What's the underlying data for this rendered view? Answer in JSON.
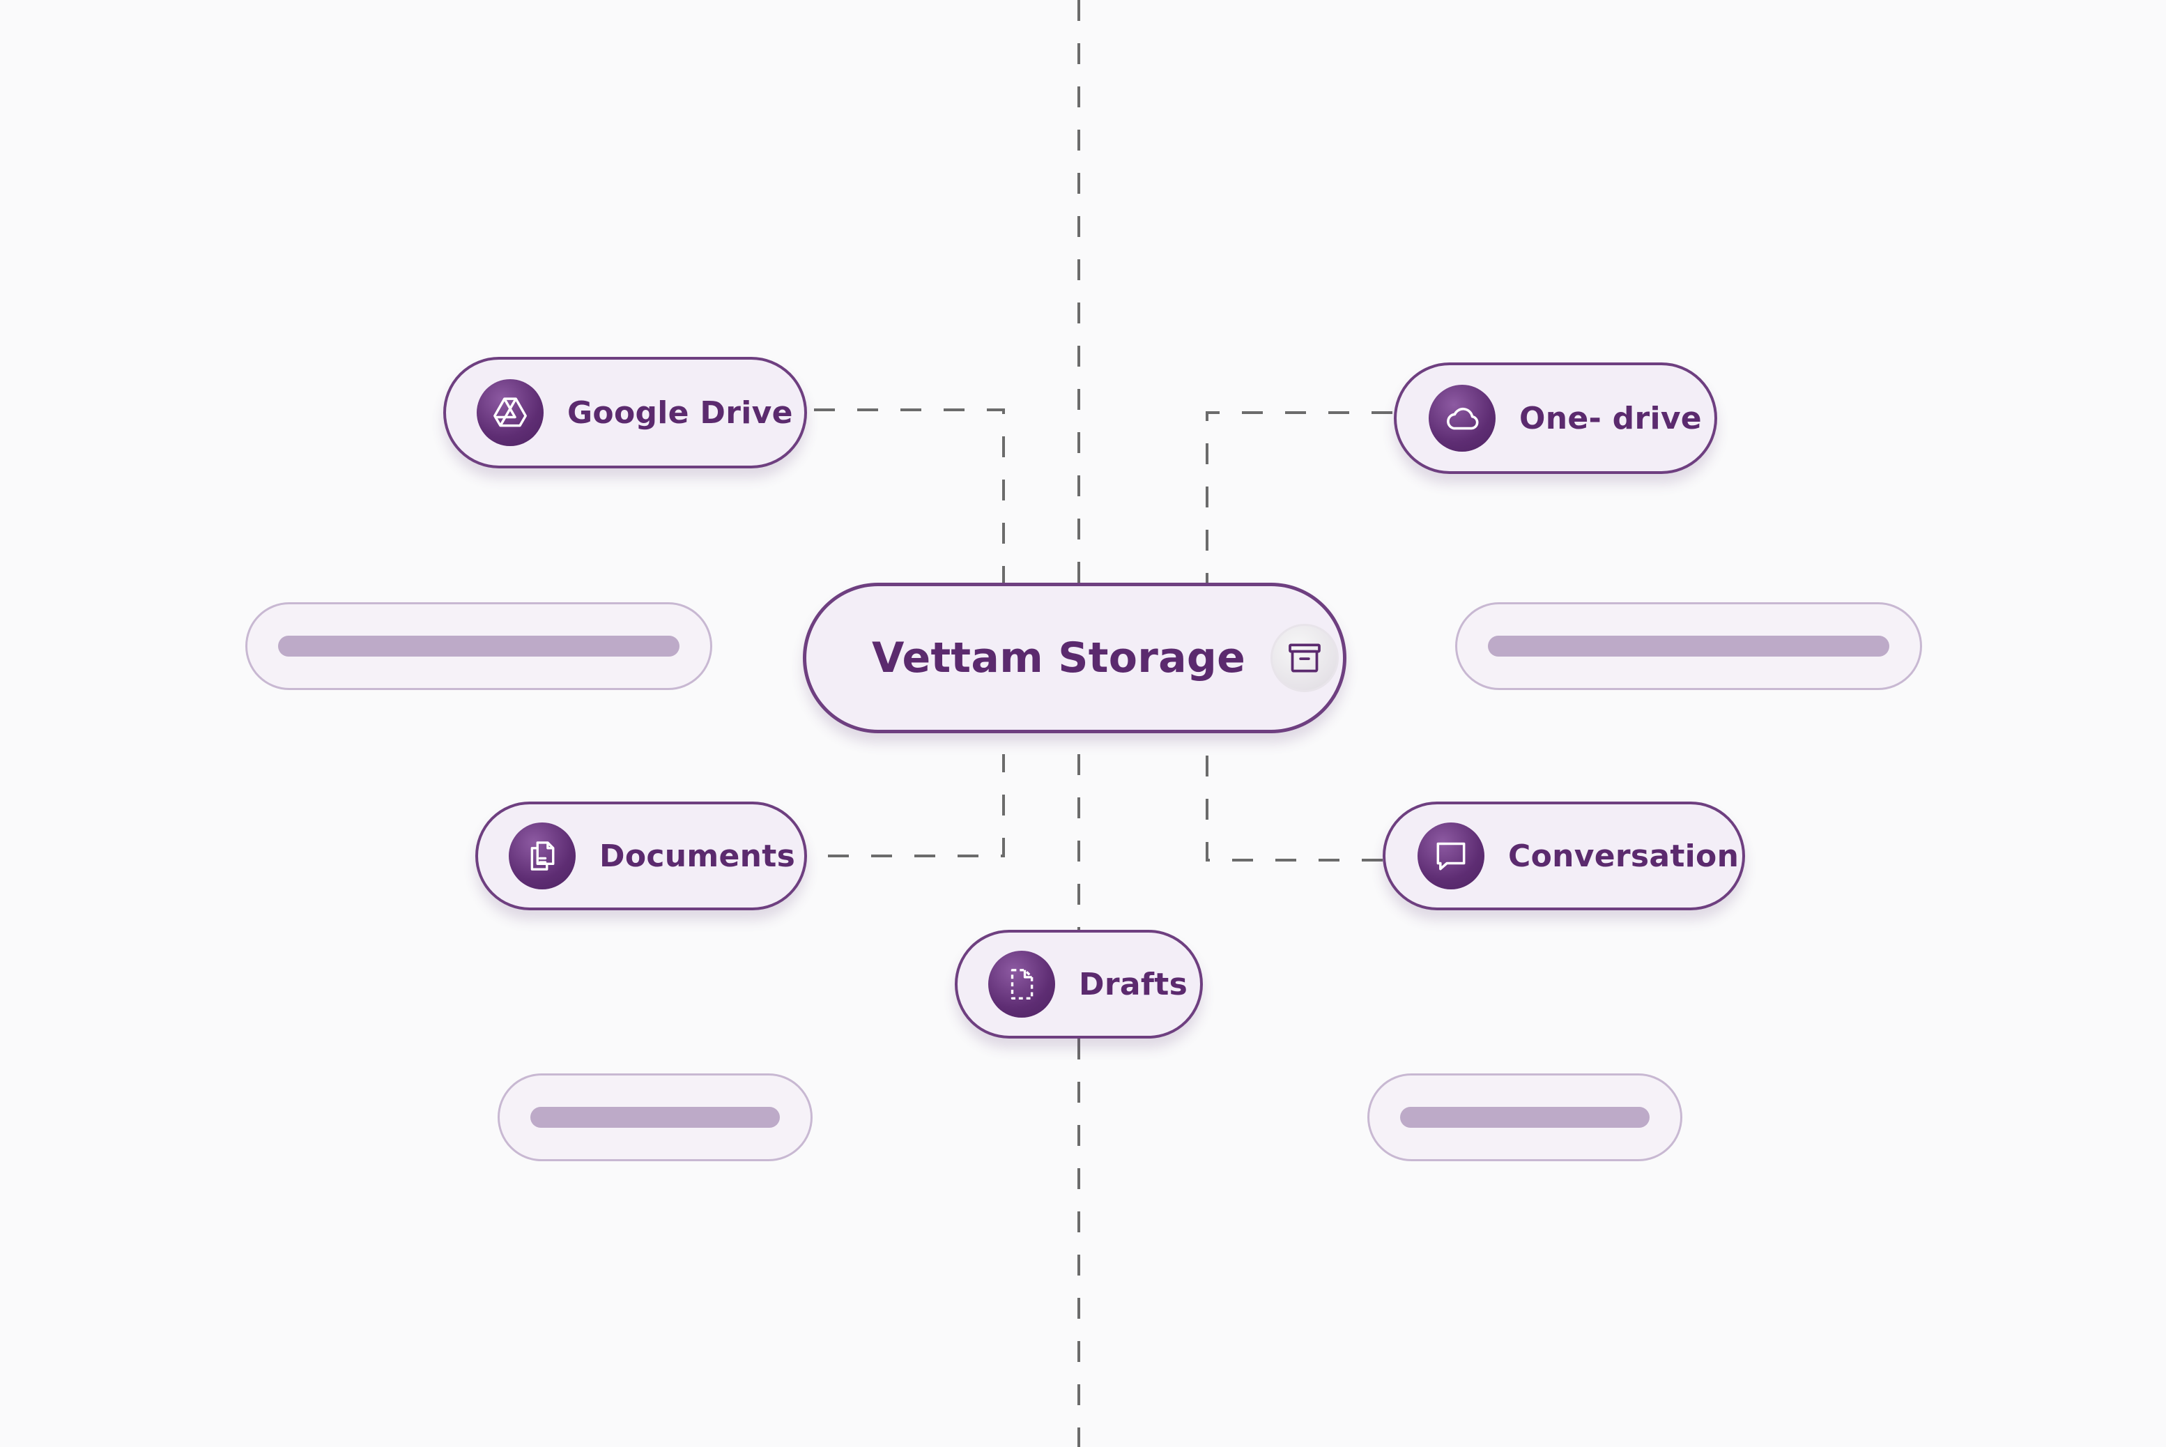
{
  "diagram": {
    "center": {
      "label": "Vettam Storage",
      "icon": "archive-icon"
    },
    "nodes": [
      {
        "id": "google-drive",
        "label": "Google Drive",
        "icon": "google-drive-icon"
      },
      {
        "id": "one-drive",
        "label": "One- drive",
        "icon": "cloud-icon"
      },
      {
        "id": "documents",
        "label": "Documents",
        "icon": "documents-icon"
      },
      {
        "id": "conversation",
        "label": "Conversation",
        "icon": "chat-bubble-icon"
      },
      {
        "id": "drafts",
        "label": "Drafts",
        "icon": "draft-file-icon"
      }
    ],
    "colors": {
      "background": "#fafafb",
      "accent": "#5b2a6e",
      "node_fill": "#f3eef7",
      "placeholder_bar": "#bdaac8",
      "connector": "#6b6b6b"
    }
  }
}
